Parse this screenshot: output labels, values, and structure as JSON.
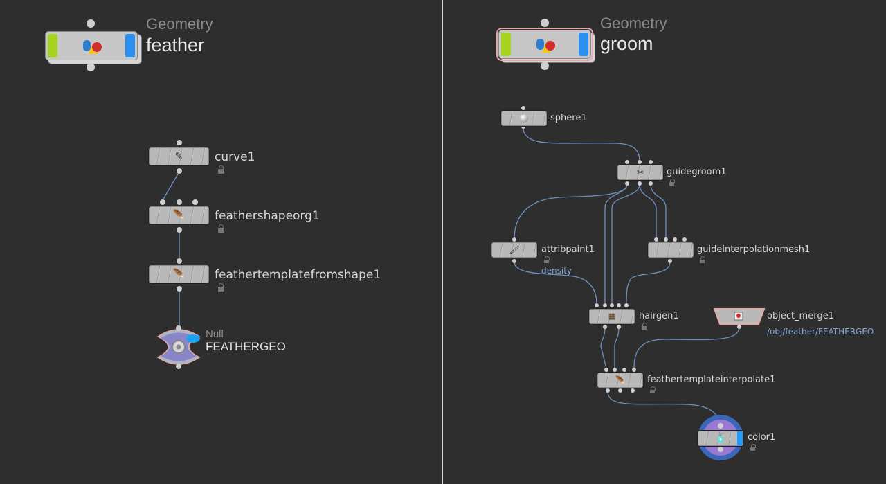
{
  "left_network": {
    "context_type": "Geometry",
    "context_name": "feather",
    "nodes": {
      "curve1": "curve1",
      "feathershapeorg1": "feathershapeorg1",
      "feathertemplatefromshape1": "feathertemplatefromshape1",
      "null_type": "Null",
      "null_name": "FEATHERGEO"
    }
  },
  "right_network": {
    "context_type": "Geometry",
    "context_name": "groom",
    "nodes": {
      "sphere1": "sphere1",
      "guidegroom1": "guidegroom1",
      "attribpaint1": "attribpaint1",
      "attribpaint1_sub": "density",
      "guideinterpolationmesh1": "guideinterpolationmesh1",
      "hairgen1": "hairgen1",
      "object_merge1": "object_merge1",
      "object_merge1_sub": "/obj/feather/FEATHERGEO",
      "feathertemplateinterpolate1": "feathertemplateinterpolate1",
      "color1": "color1"
    }
  },
  "colors": {
    "background": "#2e2e2e",
    "wire": "#6d93c4",
    "geo_left_flag": "#a6d31d",
    "geo_right_flag": "#2b8ff0",
    "display_flag": "#1e9bff",
    "subtext": "#86a7d6"
  },
  "icons": {
    "geometry": "geometry-shapes-icon",
    "curve": "curve-pen-icon",
    "feather": "feather-icon",
    "sphere": "sphere-icon",
    "guidegroom": "scissors-comb-icon",
    "attribpaint": "paintbrush-icon",
    "hairgen": "hair-brush-icon",
    "object_merge": "object-merge-icon",
    "color": "paint-bucket-icon",
    "null": "null-gear-icon"
  }
}
